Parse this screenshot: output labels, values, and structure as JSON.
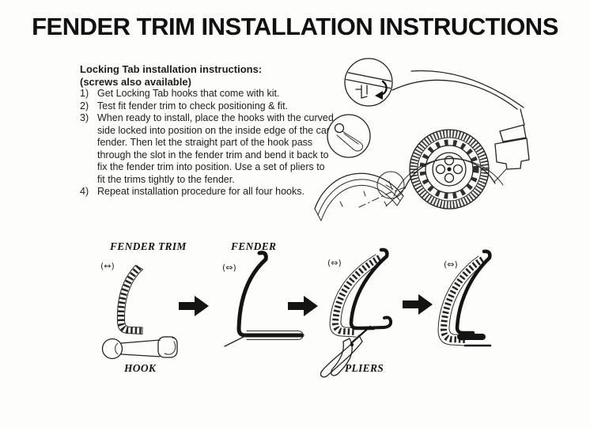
{
  "title": "FENDER TRIM INSTALLATION INSTRUCTIONS",
  "instructions": {
    "heading": "Locking Tab installation instructions:",
    "subheading": "(screws also available)",
    "steps": [
      {
        "num": "1)",
        "text": "Get Locking Tab hooks that come with kit."
      },
      {
        "num": "2)",
        "text": "Test fit fender trim to check positioning & fit."
      },
      {
        "num": "3)",
        "text": "When ready to install, place the hooks with the curved side locked into position on the inside edge of the car fender. Then let the straight part of the hook pass through the slot in the fender trim and bend it back to fix the fender trim into position. Use a set of pliers to fit the trims tightly to the fender."
      },
      {
        "num": "4)",
        "text": "Repeat installation procedure for all four hooks."
      }
    ]
  },
  "diagram": {
    "panel1": {
      "title": "FENDER TRIM",
      "size_marker": "(↔)",
      "part_label": "HOOK"
    },
    "panel2": {
      "title": "FENDER",
      "size_marker": "(⇔)"
    },
    "panel3": {
      "size_marker": "(⇔)",
      "part_label": "PLIERS"
    },
    "panel4": {
      "size_marker": "(⇔)"
    }
  },
  "colors": {
    "ink": "#1c1c1c",
    "paper": "#fdfdfc"
  }
}
